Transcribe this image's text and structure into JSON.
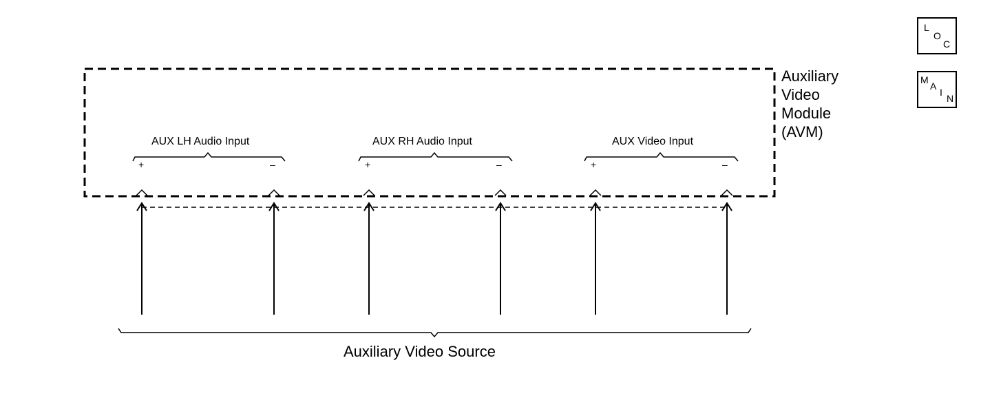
{
  "module": {
    "label_lines": [
      "Auxiliary",
      "Video",
      "Module",
      "(AVM)"
    ]
  },
  "inputs": [
    {
      "label": "AUX LH Audio Input",
      "plus": "+",
      "minus": "–"
    },
    {
      "label": "AUX RH Audio Input",
      "plus": "+",
      "minus": "–"
    },
    {
      "label": "AUX Video Input",
      "plus": "+",
      "minus": "–"
    }
  ],
  "source": {
    "label": "Auxiliary Video Source"
  },
  "symbols": {
    "loc": {
      "letters": [
        "L",
        "O",
        "C"
      ]
    },
    "main": {
      "letters": [
        "M",
        "A",
        "I",
        "N"
      ]
    }
  }
}
